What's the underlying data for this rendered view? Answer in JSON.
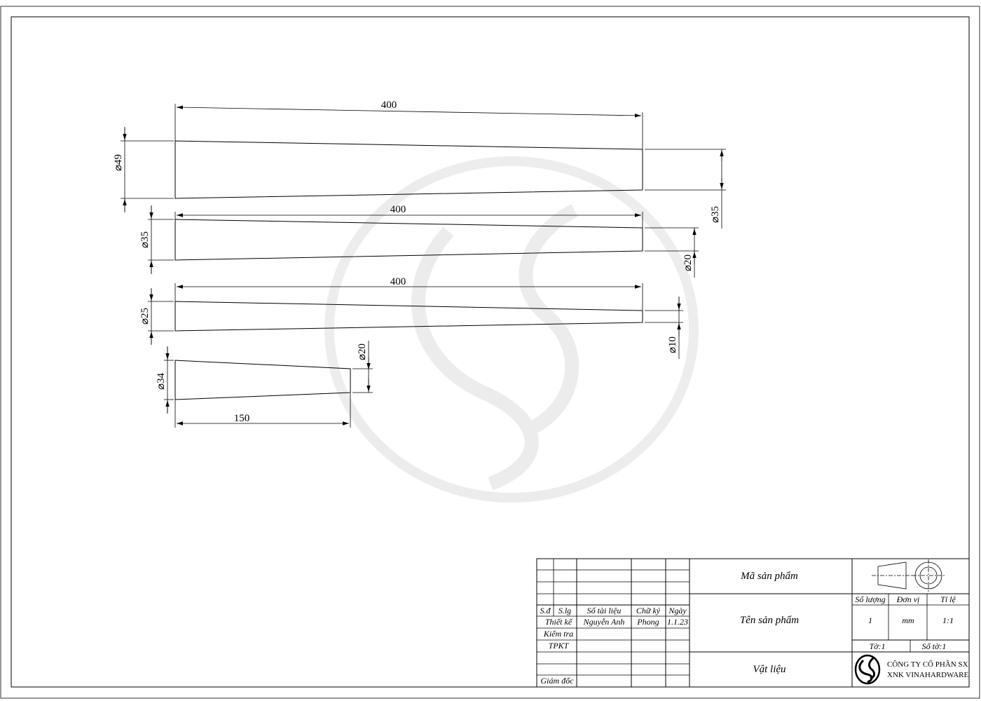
{
  "drawing": {
    "parts": [
      {
        "length_label": "400",
        "dia_large_label": "⌀49",
        "dia_small_label": "⌀35"
      },
      {
        "length_label": "400",
        "dia_large_label": "⌀35",
        "dia_small_label": "⌀20"
      },
      {
        "length_label": "400",
        "dia_large_label": "⌀25",
        "dia_small_label": "⌀10"
      },
      {
        "length_label": "150",
        "dia_large_label": "⌀34",
        "dia_small_label": "⌀20"
      }
    ]
  },
  "title_block": {
    "revision_headers": [
      "S.đ",
      "S.lg",
      "Số tài liệu",
      "Chữ ký",
      "Ngày"
    ],
    "rows": {
      "designer_label": "Thiết kế",
      "designer_name": "Nguyễn Anh",
      "designer_sign": "Phong",
      "designer_date": "1.1.23",
      "checker_label": "Kiểm tra",
      "tpkt_label": "TPKT",
      "director_label": "Giám đốc"
    },
    "product_code_label": "Mã sản phẩm",
    "product_name_label": "Tên sản phẩm",
    "material_label": "Vật liệu",
    "quantity_header": "Số lượng",
    "unit_header": "Đơn vị",
    "scale_header": "Tỉ lệ",
    "quantity_value": "1",
    "unit_value": "mm",
    "scale_value": "1:1",
    "sheet_label": "Tờ:1",
    "sheet_count_label": "Số tờ:1",
    "company_line1": "CÔNG TY CỔ PHẦN SX",
    "company_line2": "XNK VINAHARDWARE"
  }
}
